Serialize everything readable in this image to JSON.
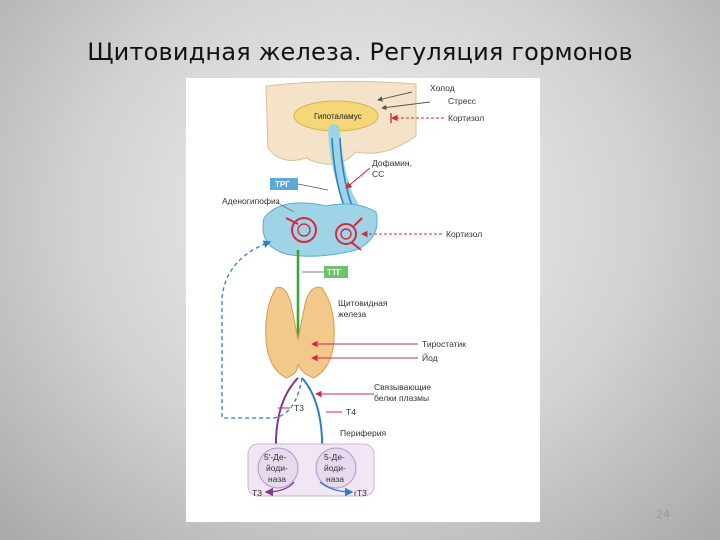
{
  "title": "Щитовидная железа. Регуляция гормонов",
  "page_number": "24",
  "diagram": {
    "inputs_top": {
      "cold": "Холод",
      "stress": "Стресс",
      "cortisol": "Кортизол"
    },
    "hypothalamus": "Гипоталамус",
    "dopamine": "Дофамин,",
    "ss": "СС",
    "trh": "ТРГ",
    "adenohypophysis": "Аденогипофиз",
    "cortisol_pituitary": "Кортизол",
    "tsh": "ТТГ",
    "thyroid_line1": "Щитовидная",
    "thyroid_line2": "железа",
    "thyrostatic": "Тиростатик",
    "iodine": "Йод",
    "binding_line1": "Связывающие",
    "binding_line2": "белки плазмы",
    "t3": "T3",
    "t4": "T4",
    "periphery": "Периферия",
    "deiodinase_left": [
      "5'-Де-",
      "йоди-",
      "наза"
    ],
    "deiodinase_right": [
      "5-Де-",
      "йоди-",
      "наза"
    ],
    "t3_out": "T3",
    "rt3_out": "rT3"
  },
  "colors": {
    "hypothalamus_fill": "#f5d77a",
    "pituitary_fill": "#9fd4e6",
    "thyroid_fill": "#f2c98a",
    "box_blue": "#5aa9d6",
    "tsh_box": "#6cc36c",
    "green_arrow": "#3aa63a",
    "blue_arrow": "#2f7fc0",
    "purple_arrow": "#7a3d8f",
    "red_inhibit": "#d8283c"
  }
}
